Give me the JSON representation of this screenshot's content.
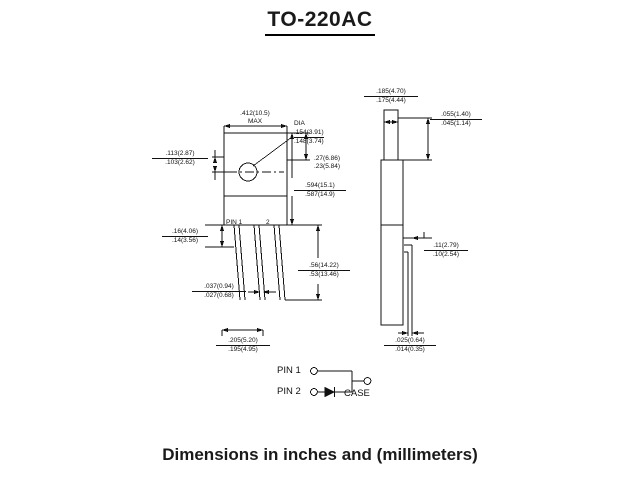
{
  "title": "TO-220AC",
  "caption": "Dimensions in inches and (millimeters)",
  "front_view": {
    "body_width": {
      "hi": ".412(10.5)",
      "lo": "MAX",
      "note": "MAX"
    },
    "hole_dia": {
      "label": "DIA",
      "hi": ".154(3.91)",
      "lo": ".148(3.74)"
    },
    "hole_from_top": {
      "hi": ".113(2.87)",
      "lo": ".103(2.62)"
    },
    "tab_height": {
      "hi": ".27(6.86)",
      "lo": ".23(5.84)"
    },
    "overall_height": {
      "hi": ".594(15.1)",
      "lo": ".587(14.9)"
    },
    "body_height": {
      "hi": ".56(14.22)",
      "lo": ".53(13.46)"
    },
    "shoulder": {
      "hi": ".16(4.06)",
      "lo": ".14(3.56)"
    },
    "lead_width": {
      "hi": ".037(0.94)",
      "lo": ".027(0.68)"
    },
    "lead_pitch": {
      "hi": ".205(5.20)",
      "lo": ".195(4.95)"
    },
    "pin1_label": "PIN 1",
    "pin2_label": "2"
  },
  "side_view": {
    "body_thickness": {
      "hi": ".185(4.70)",
      "lo": ".175(4.44)"
    },
    "tab_thickness": {
      "hi": ".055(1.40)",
      "lo": ".045(1.14)"
    },
    "seating_offset": {
      "hi": ".11(2.79)",
      "lo": ".10(2.54)"
    },
    "lead_thickness": {
      "hi": ".025(0.64)",
      "lo": ".014(0.35)"
    }
  },
  "schematic": {
    "pin1_label": "PIN 1",
    "pin2_label": "PIN 2",
    "case_label": "CASE"
  },
  "colors": {
    "line": "#111111",
    "text": "#111111",
    "background": "#ffffff"
  }
}
